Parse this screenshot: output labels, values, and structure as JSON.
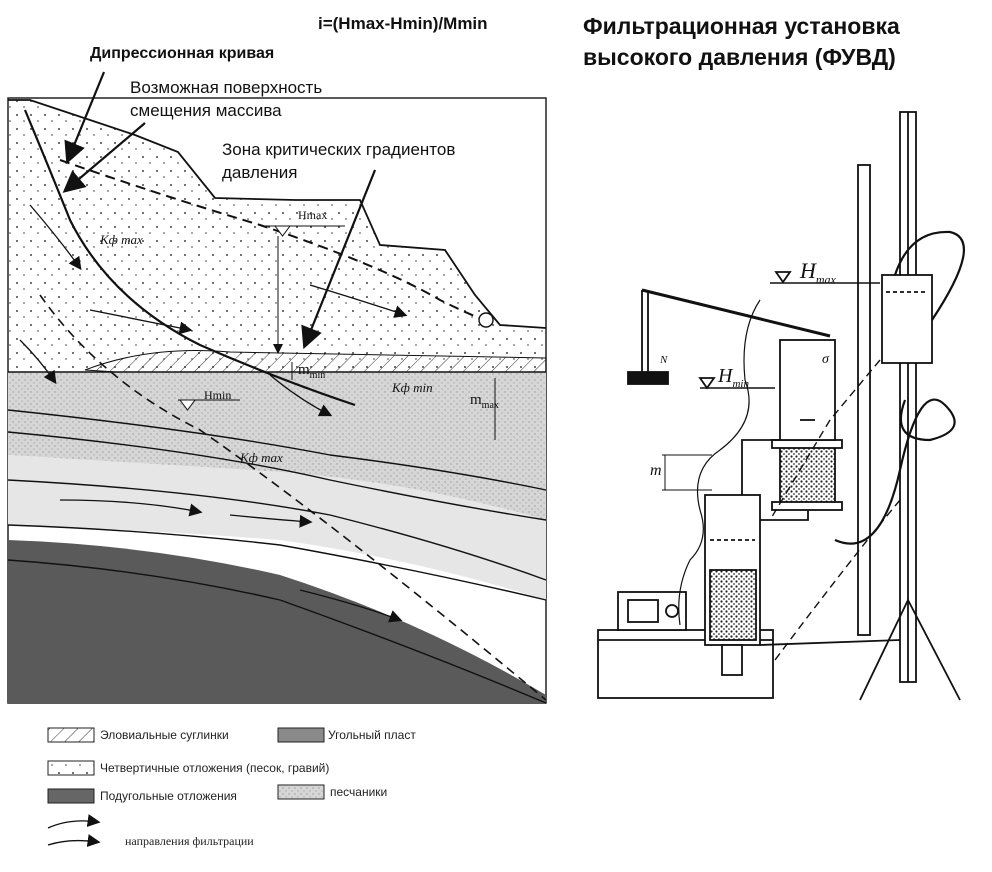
{
  "formula": "i=(Hmax-Hmin)/Mmin",
  "title_line1": "Фильтрационная установка",
  "title_line2": "высокого давления (ФУВД)",
  "callouts": {
    "depression_curve": "Дипрессионная кривая",
    "surface_line1": "Возможная поверхность",
    "surface_line2": "смещения массива",
    "zone_line1": "Зона критических градиентов",
    "zone_line2": "давления"
  },
  "section_labels": {
    "kf_max_top": "Кф max",
    "kf_min": "Кф min",
    "kf_max_mid": "Кф max",
    "hmax": "Hmax",
    "hmin": "Hmin",
    "m_min": "m",
    "m_min_sub": "min",
    "m_max": "m",
    "m_max_sub": "max"
  },
  "apparatus_labels": {
    "h_max": "H",
    "h_max_sub": "max",
    "h_min": "H",
    "h_min_sub": "min",
    "weight": "N",
    "m": "m",
    "sigma": "σ"
  },
  "legend": {
    "eluvial": "Эловиальные суглинки",
    "coal": "Угольный пласт",
    "quaternary": "Четвертичные отложения (песок, гравий)",
    "subcoal": "Подугольные отложения",
    "sandstone": "песчаники",
    "filtration": "направления фильтрации"
  },
  "colors": {
    "ink": "#111111",
    "dark_layer": "#555555",
    "sandstone": "#d2d2d2",
    "quaternary": "#f4f4f4"
  }
}
